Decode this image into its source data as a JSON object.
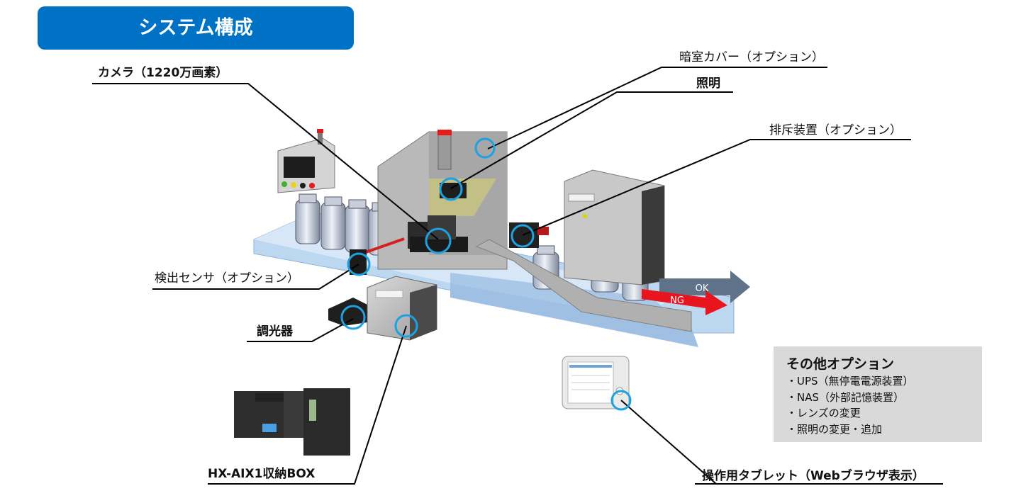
{
  "title": "システム構成",
  "labels": {
    "camera": "カメラ（1220万画素）",
    "dark_cover": "暗室カバー（オプション）",
    "lighting": "照明",
    "reject_device": "排斥装置（オプション）",
    "detect_sensor": "検出センサ（オプション）",
    "dimmer": "調光器",
    "controller_box": "HX-AIX1収納BOX",
    "tablet": "操作用タブレット（Webブラウザ表示）"
  },
  "conveyor_signs": {
    "ok": "OK",
    "ng": "NG"
  },
  "other_options": {
    "title": "その他オプション",
    "items": [
      "UPS（無停電電源装置）",
      "NAS（外部記憶装置）",
      "レンズの変更",
      "照明の変更・追加"
    ]
  },
  "colors": {
    "banner": "#0072c6",
    "callout_ring": "#1da1e0",
    "conveyor": "#bcd7f0",
    "ok_arrow": "#5f7288",
    "ng_arrow": "#e8141e",
    "laser": "#d62020"
  }
}
